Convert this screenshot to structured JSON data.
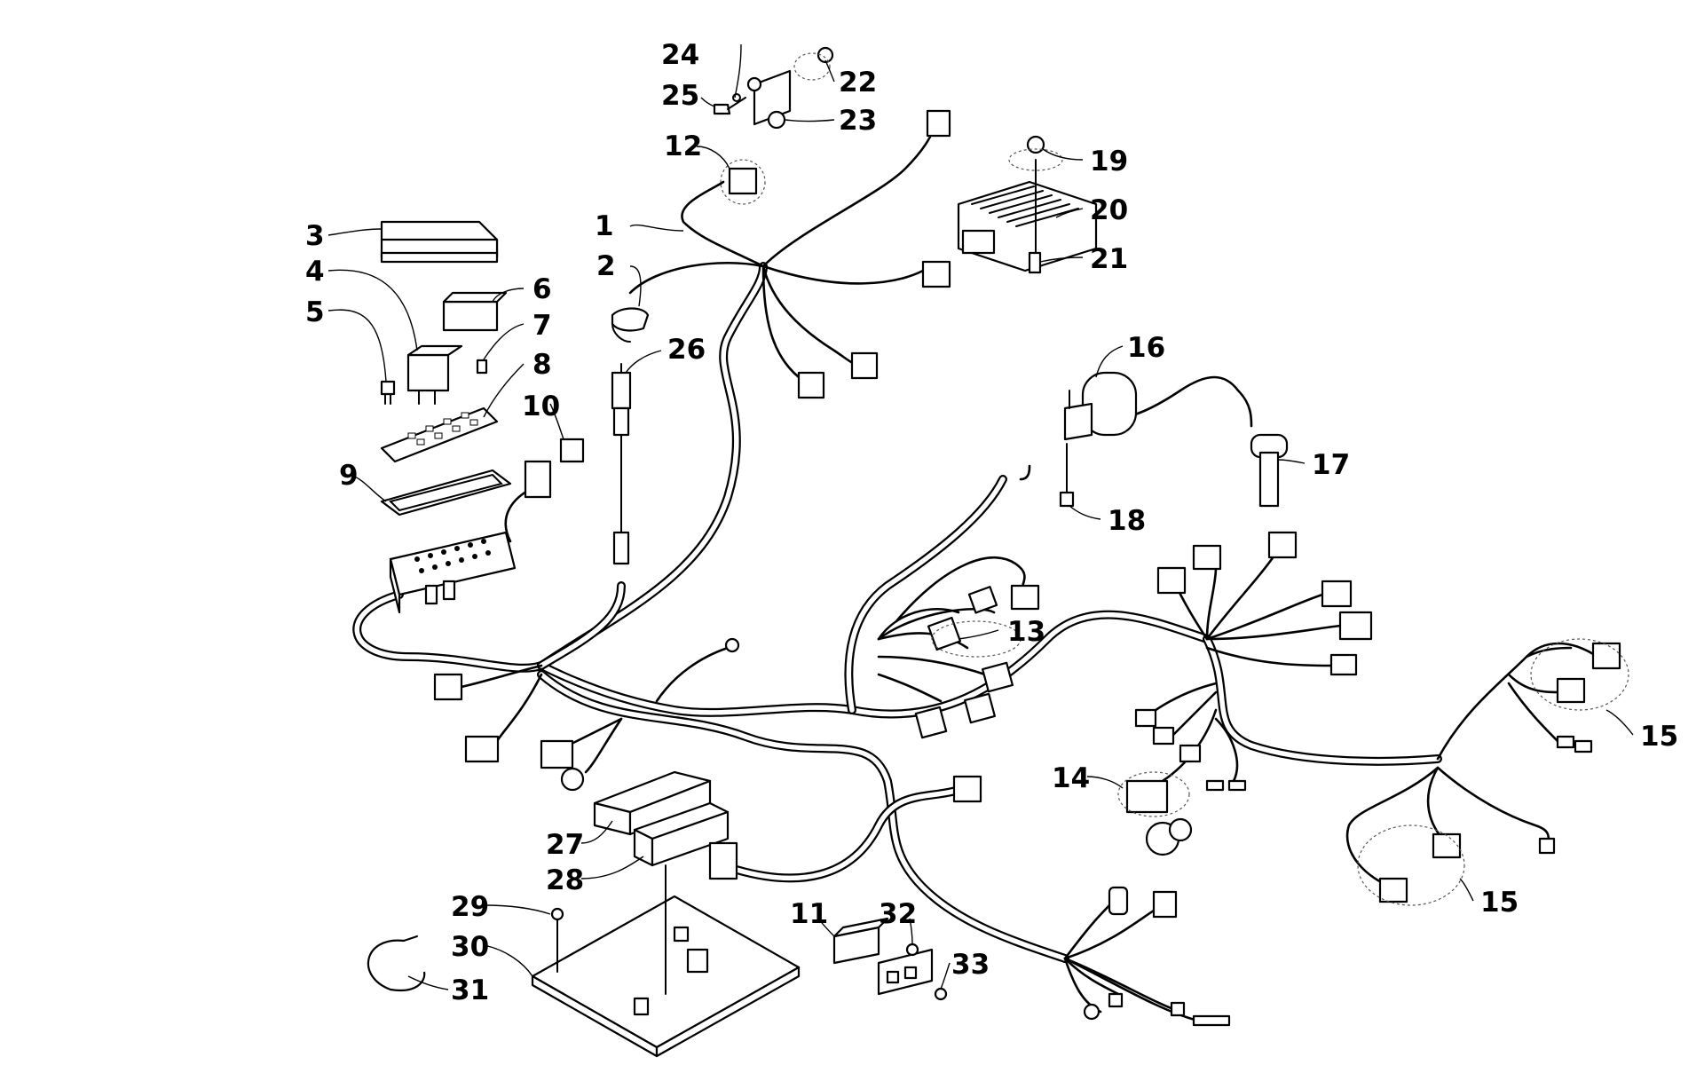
{
  "diagram": {
    "callouts": [
      {
        "id": "1",
        "label": "1"
      },
      {
        "id": "2",
        "label": "2"
      },
      {
        "id": "3",
        "label": "3"
      },
      {
        "id": "4",
        "label": "4"
      },
      {
        "id": "5",
        "label": "5"
      },
      {
        "id": "6",
        "label": "6"
      },
      {
        "id": "7",
        "label": "7"
      },
      {
        "id": "8",
        "label": "8"
      },
      {
        "id": "9",
        "label": "9"
      },
      {
        "id": "10",
        "label": "10"
      },
      {
        "id": "11",
        "label": "11"
      },
      {
        "id": "12",
        "label": "12"
      },
      {
        "id": "13",
        "label": "13"
      },
      {
        "id": "14",
        "label": "14"
      },
      {
        "id": "15a",
        "label": "15"
      },
      {
        "id": "15b",
        "label": "15"
      },
      {
        "id": "16",
        "label": "16"
      },
      {
        "id": "17",
        "label": "17"
      },
      {
        "id": "18",
        "label": "18"
      },
      {
        "id": "19",
        "label": "19"
      },
      {
        "id": "20",
        "label": "20"
      },
      {
        "id": "21",
        "label": "21"
      },
      {
        "id": "22",
        "label": "22"
      },
      {
        "id": "23",
        "label": "23"
      },
      {
        "id": "24",
        "label": "24"
      },
      {
        "id": "25",
        "label": "25"
      },
      {
        "id": "26",
        "label": "26"
      },
      {
        "id": "27",
        "label": "27"
      },
      {
        "id": "28",
        "label": "28"
      },
      {
        "id": "29",
        "label": "29"
      },
      {
        "id": "30",
        "label": "30"
      },
      {
        "id": "31",
        "label": "31"
      },
      {
        "id": "32",
        "label": "32"
      },
      {
        "id": "33",
        "label": "33"
      }
    ]
  }
}
